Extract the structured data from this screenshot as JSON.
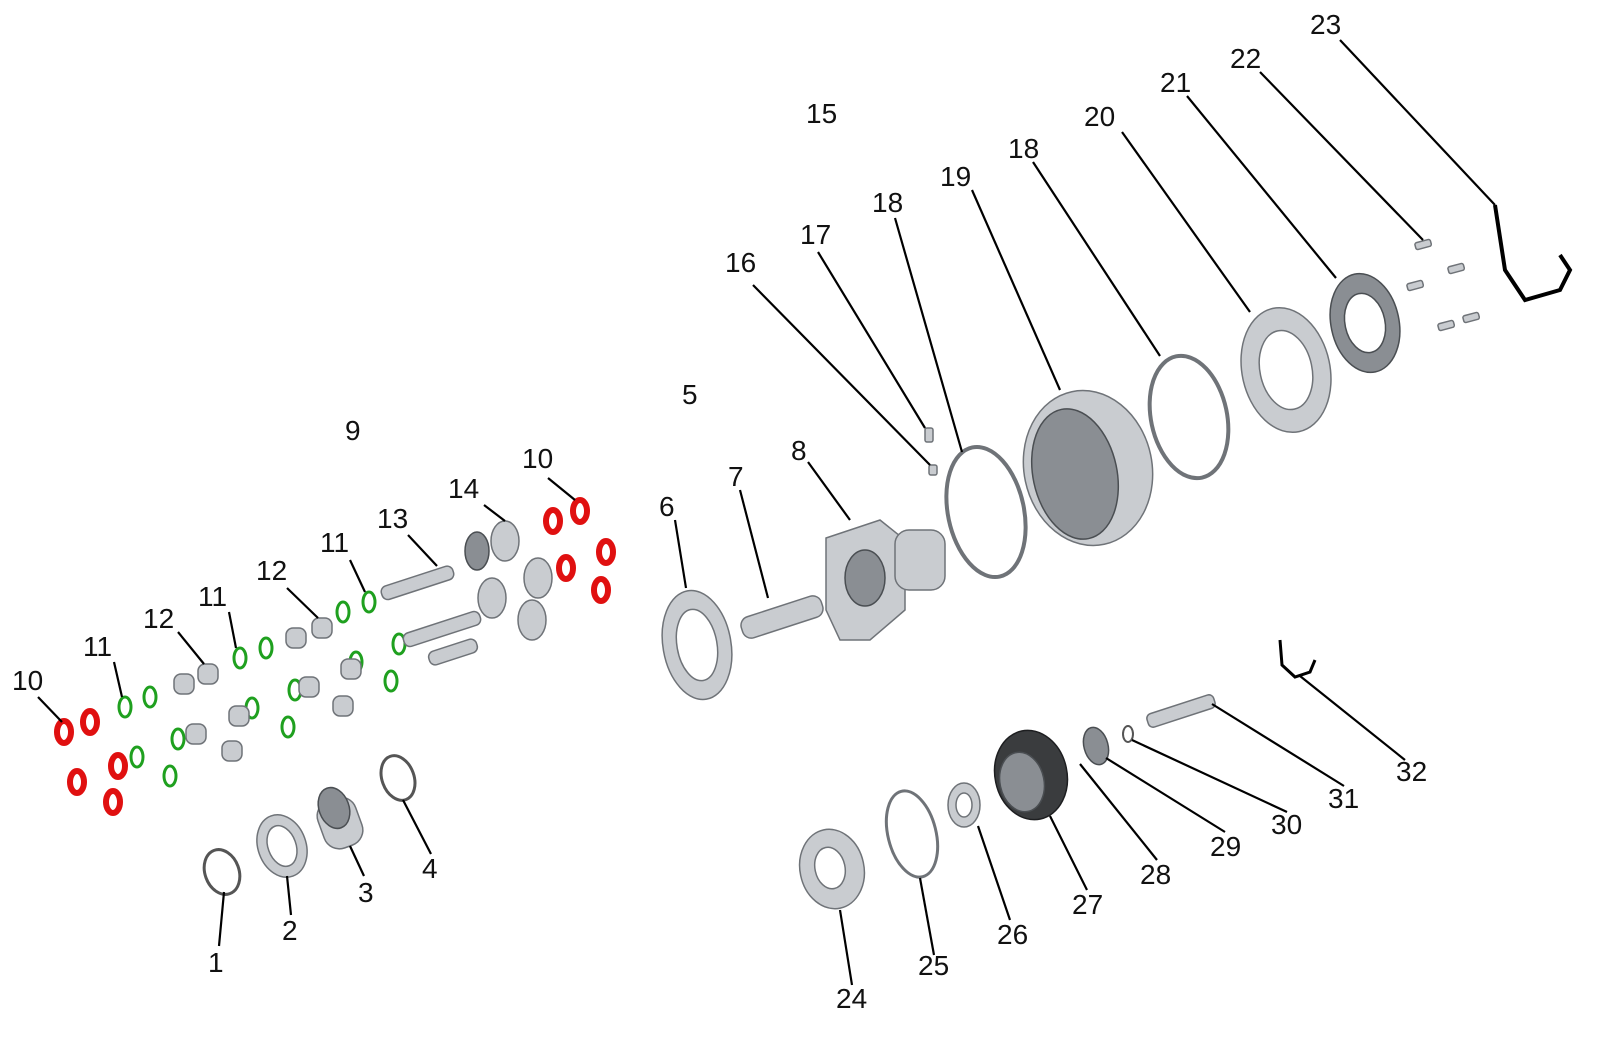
{
  "colors": {
    "red_seal": "#e01010",
    "green_seal": "#1fa01f",
    "metal": "#c9ccd0",
    "dark_metal": "#8a8e93",
    "black": "#222222"
  },
  "labels": {
    "l1": "1",
    "l2": "2",
    "l3": "3",
    "l4": "4",
    "l5": "5",
    "l6": "6",
    "l7": "7",
    "l8": "8",
    "l9": "9",
    "l10a": "10",
    "l10b": "10",
    "l11a": "11",
    "l11b": "11",
    "l11c": "11",
    "l12a": "12",
    "l12b": "12",
    "l13": "13",
    "l14": "14",
    "l15": "15",
    "l16": "16",
    "l17": "17",
    "l18a": "18",
    "l18b": "18",
    "l19": "19",
    "l20": "20",
    "l21": "21",
    "l22": "22",
    "l23": "23",
    "l24": "24",
    "l25": "25",
    "l26": "26",
    "l27": "27",
    "l28": "28",
    "l29": "29",
    "l30": "30",
    "l31": "31",
    "l32": "32"
  }
}
